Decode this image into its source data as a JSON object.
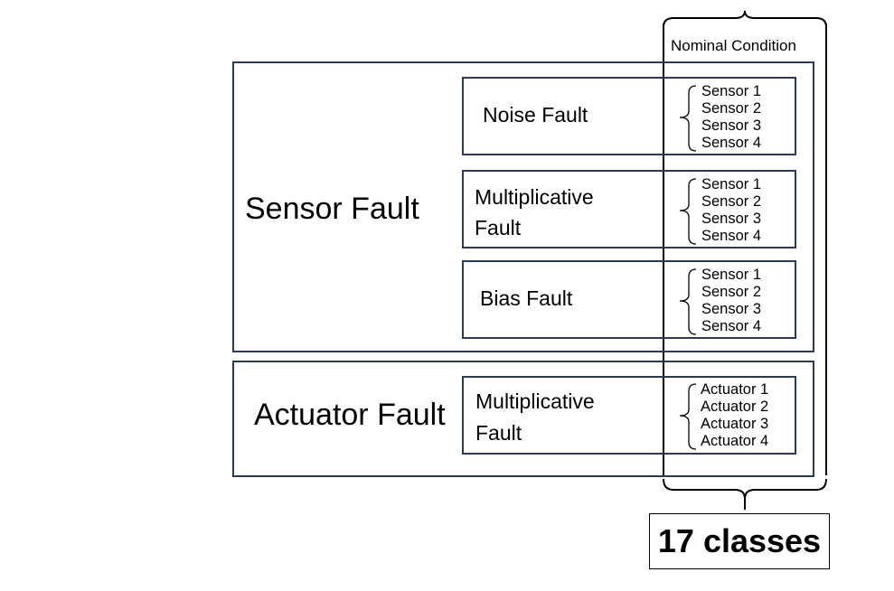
{
  "nominal_condition": "Nominal Condition",
  "total": "17 classes",
  "sensor_group": {
    "label": "Sensor Fault",
    "subfaults": [
      {
        "line1": "Noise Fault",
        "line2": "",
        "items": [
          "Sensor 1",
          "Sensor 2",
          "Sensor 3",
          "Sensor 4"
        ]
      },
      {
        "line1": "Multiplicative",
        "line2": "Fault",
        "items": [
          "Sensor 1",
          "Sensor 2",
          "Sensor 3",
          "Sensor 4"
        ]
      },
      {
        "line1": "Bias Fault",
        "line2": "",
        "items": [
          "Sensor 1",
          "Sensor 2",
          "Sensor 3",
          "Sensor 4"
        ]
      }
    ]
  },
  "actuator_group": {
    "label": "Actuator Fault",
    "subfaults": [
      {
        "line1": "Multiplicative",
        "line2": "Fault",
        "items": [
          "Actuator 1",
          "Actuator 2",
          "Actuator 3",
          "Actuator 4"
        ]
      }
    ]
  },
  "colors": {
    "box_border": "#2c3a55",
    "text": "#000000"
  }
}
